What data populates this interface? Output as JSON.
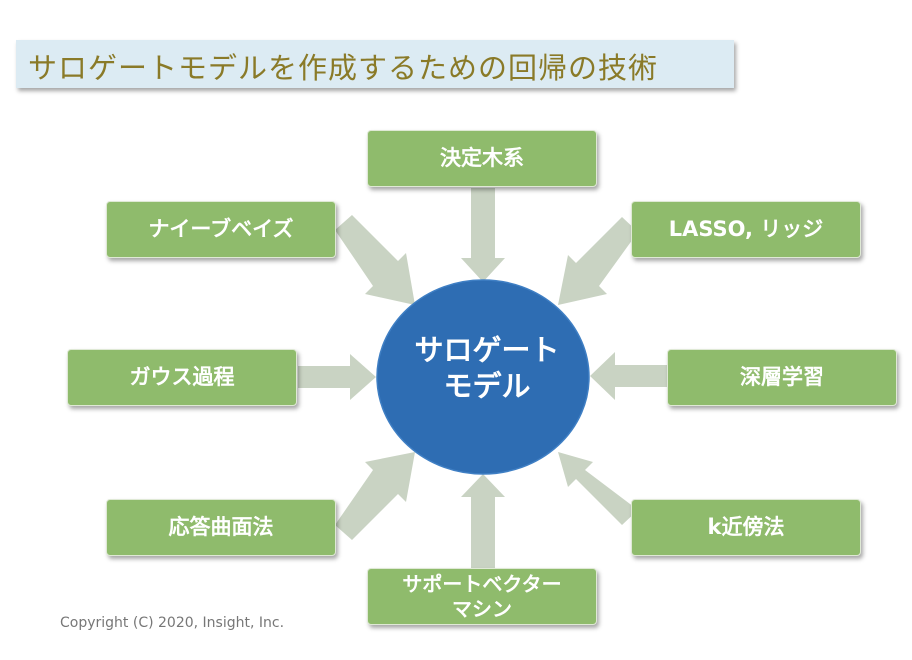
{
  "title": "サロゲートモデルを作成するための回帰の技術",
  "center": {
    "label": "サロゲート\nモデル",
    "color": "#2e6db3"
  },
  "nodes": {
    "decision_tree": "決定木系",
    "lasso_ridge": "LASSO, リッジ",
    "deep_learning": "深層学習",
    "knn": "k近傍法",
    "svm": "サポートベクター\nマシン",
    "response_surface": "応答曲面法",
    "gaussian_process": "ガウス過程",
    "naive_bayes": "ナイーブベイズ"
  },
  "colors": {
    "node_fill": "#8fbb6c",
    "arrow_fill": "#c9d3c3",
    "title_bg": "#dcebf3",
    "title_text": "#8a7a28"
  },
  "copyright": "Copyright (C) 2020, Insight, Inc."
}
